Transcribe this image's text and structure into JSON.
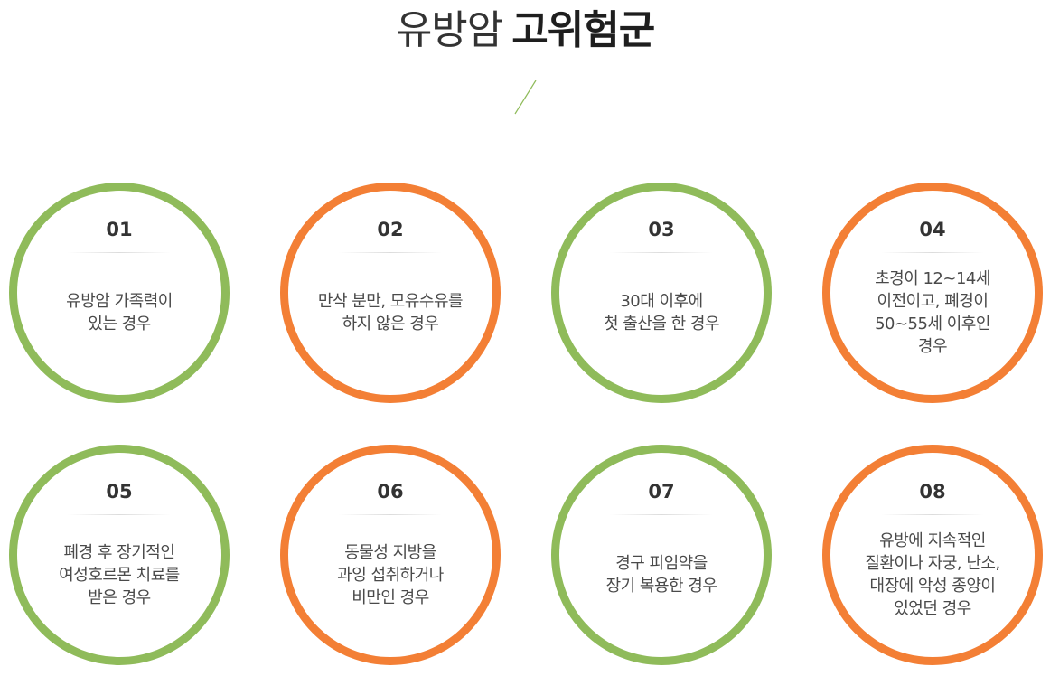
{
  "title": {
    "light": "유방암",
    "bold": "고위험군"
  },
  "colors": {
    "green": "#8fbb5a",
    "orange": "#f37f35"
  },
  "items": [
    {
      "num": "01",
      "lines": [
        "유방암 가족력이",
        "있는 경우"
      ]
    },
    {
      "num": "02",
      "lines": [
        "만삭 분만, 모유수유를",
        "하지 않은 경우"
      ]
    },
    {
      "num": "03",
      "lines": [
        "30대 이후에",
        "첫 출산을 한 경우"
      ]
    },
    {
      "num": "04",
      "lines": [
        "초경이 12~14세",
        "이전이고, 폐경이",
        "50~55세 이후인",
        "경우"
      ]
    },
    {
      "num": "05",
      "lines": [
        "폐경 후 장기적인",
        "여성호르몬 치료를",
        "받은 경우"
      ]
    },
    {
      "num": "06",
      "lines": [
        "동물성 지방을",
        "과잉 섭취하거나",
        "비만인 경우"
      ]
    },
    {
      "num": "07",
      "lines": [
        "경구 피임약을",
        "장기 복용한 경우"
      ]
    },
    {
      "num": "08",
      "lines": [
        "유방에 지속적인",
        "질환이나 자궁, 난소,",
        "대장에 악성 종양이",
        "있었던 경우"
      ]
    }
  ]
}
